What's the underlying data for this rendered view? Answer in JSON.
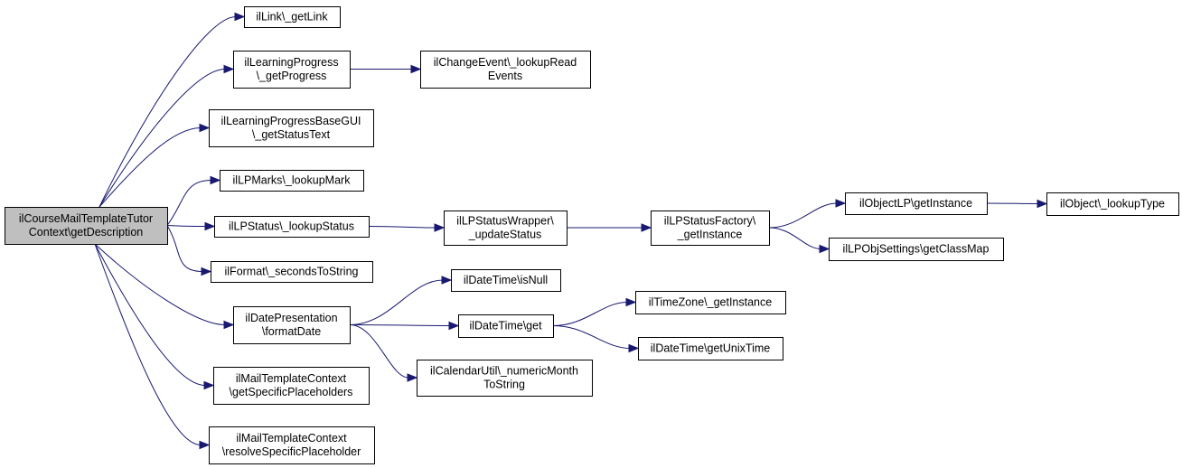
{
  "colors": {
    "edge": "#191970",
    "root_fill": "#bfbfbf",
    "node_fill": "#ffffff",
    "node_border": "#000000"
  },
  "nodes": {
    "root": [
      "ilCourseMailTemplateTutor",
      "Context\\getDescription"
    ],
    "getLink": [
      "ilLink\\_getLink"
    ],
    "getProgress": [
      "ilLearningProgress",
      "\\_getProgress"
    ],
    "lookupRead": [
      "ilChangeEvent\\_lookupRead",
      "Events"
    ],
    "getStatusText": [
      "ilLearningProgressBaseGUI",
      "\\_getStatusText"
    ],
    "lookupMark": [
      "ilLPMarks\\_lookupMark"
    ],
    "lookupStatus": [
      "ilLPStatus\\_lookupStatus"
    ],
    "updateStatus": [
      "ilLPStatusWrapper\\",
      "_updateStatus"
    ],
    "lpFactory": [
      "ilLPStatusFactory\\",
      "_getInstance"
    ],
    "objectLP": [
      "ilObjectLP\\getInstance"
    ],
    "lookupType": [
      "ilObject\\_lookupType"
    ],
    "classMap": [
      "ilLPObjSettings\\getClassMap"
    ],
    "secondsToString": [
      "ilFormat\\_secondsToString"
    ],
    "formatDate": [
      "ilDatePresentation",
      "\\formatDate"
    ],
    "isNull": [
      "ilDateTime\\isNull"
    ],
    "dtGet": [
      "ilDateTime\\get"
    ],
    "tzInstance": [
      "ilTimeZone\\_getInstance"
    ],
    "unixTime": [
      "ilDateTime\\getUnixTime"
    ],
    "numericMonth": [
      "ilCalendarUtil\\_numericMonth",
      "ToString"
    ],
    "getSpecific": [
      "ilMailTemplateContext",
      "\\getSpecificPlaceholders"
    ],
    "resolveSpecific": [
      "ilMailTemplateContext",
      "\\resolveSpecificPlaceholder"
    ]
  },
  "edges": [
    [
      "root",
      "getLink"
    ],
    [
      "root",
      "getProgress"
    ],
    [
      "root",
      "getStatusText"
    ],
    [
      "root",
      "lookupMark"
    ],
    [
      "root",
      "lookupStatus"
    ],
    [
      "root",
      "secondsToString"
    ],
    [
      "root",
      "formatDate"
    ],
    [
      "root",
      "getSpecific"
    ],
    [
      "root",
      "resolveSpecific"
    ],
    [
      "getProgress",
      "lookupRead"
    ],
    [
      "lookupStatus",
      "updateStatus"
    ],
    [
      "updateStatus",
      "lpFactory"
    ],
    [
      "lpFactory",
      "objectLP"
    ],
    [
      "lpFactory",
      "classMap"
    ],
    [
      "objectLP",
      "lookupType"
    ],
    [
      "formatDate",
      "isNull"
    ],
    [
      "formatDate",
      "dtGet"
    ],
    [
      "formatDate",
      "numericMonth"
    ],
    [
      "dtGet",
      "tzInstance"
    ],
    [
      "dtGet",
      "unixTime"
    ]
  ]
}
